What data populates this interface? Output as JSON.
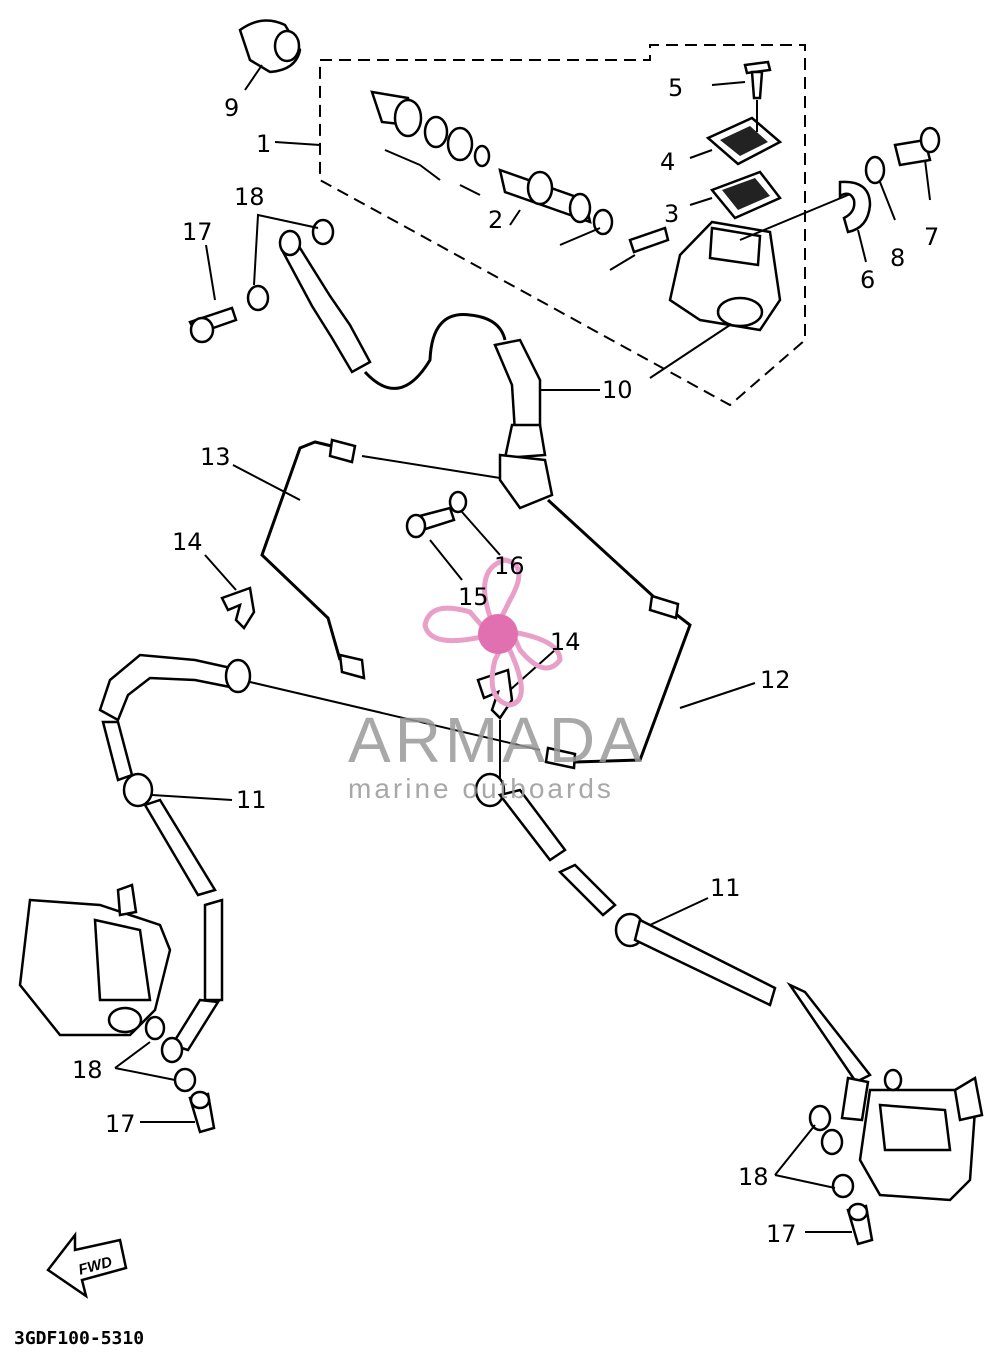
{
  "diagram": {
    "part_labels": [
      "1",
      "2",
      "3",
      "4",
      "5",
      "6",
      "7",
      "8",
      "9",
      "10",
      "11",
      "12",
      "13",
      "14",
      "15",
      "16",
      "17",
      "18"
    ],
    "part_code": "3GDF100-5310",
    "direction_arrow": "FWD",
    "watermark": {
      "brand": "ARMADA",
      "tagline": "marine outboards",
      "logo": "propeller-logo",
      "colors": {
        "text": "#999999",
        "logo": "#e8a0c8",
        "hub": "#e070b0"
      }
    }
  }
}
